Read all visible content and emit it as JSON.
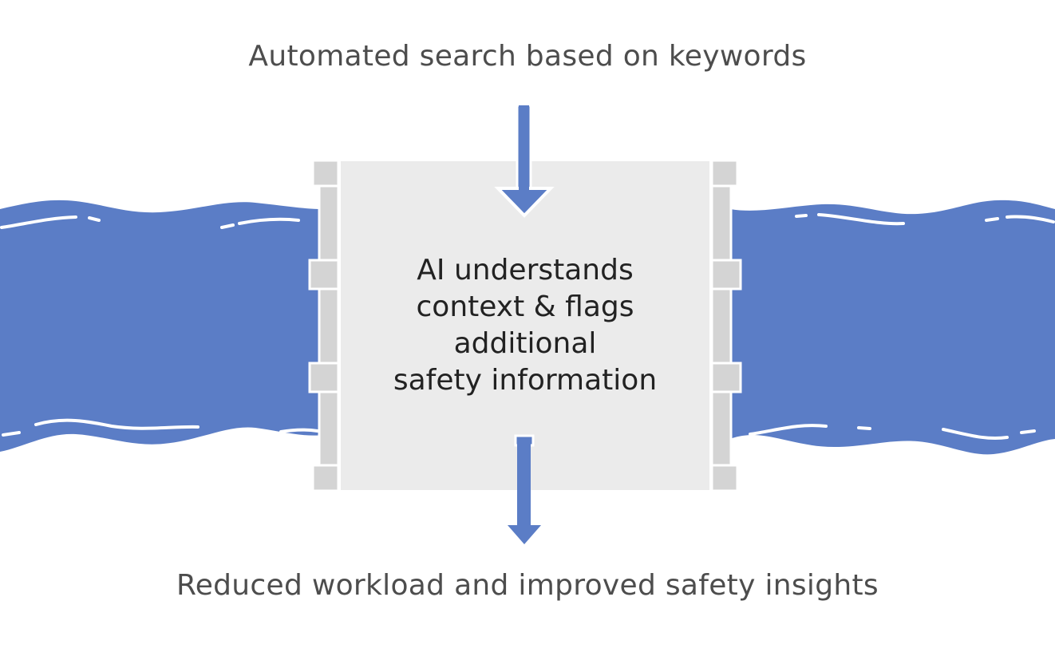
{
  "diagram": {
    "input_label": "Automated search based on keywords",
    "output_label": "Reduced workload and improved safety insights",
    "process_lines": [
      "AI understands",
      "context & flags",
      "additional",
      "safety information"
    ],
    "colors": {
      "stream": "#5b7dc6",
      "arrow": "#5b7dc6",
      "filter_fill": "#ebebeb",
      "frame": "#d4d4d4",
      "text": "#4d4d4d"
    }
  }
}
